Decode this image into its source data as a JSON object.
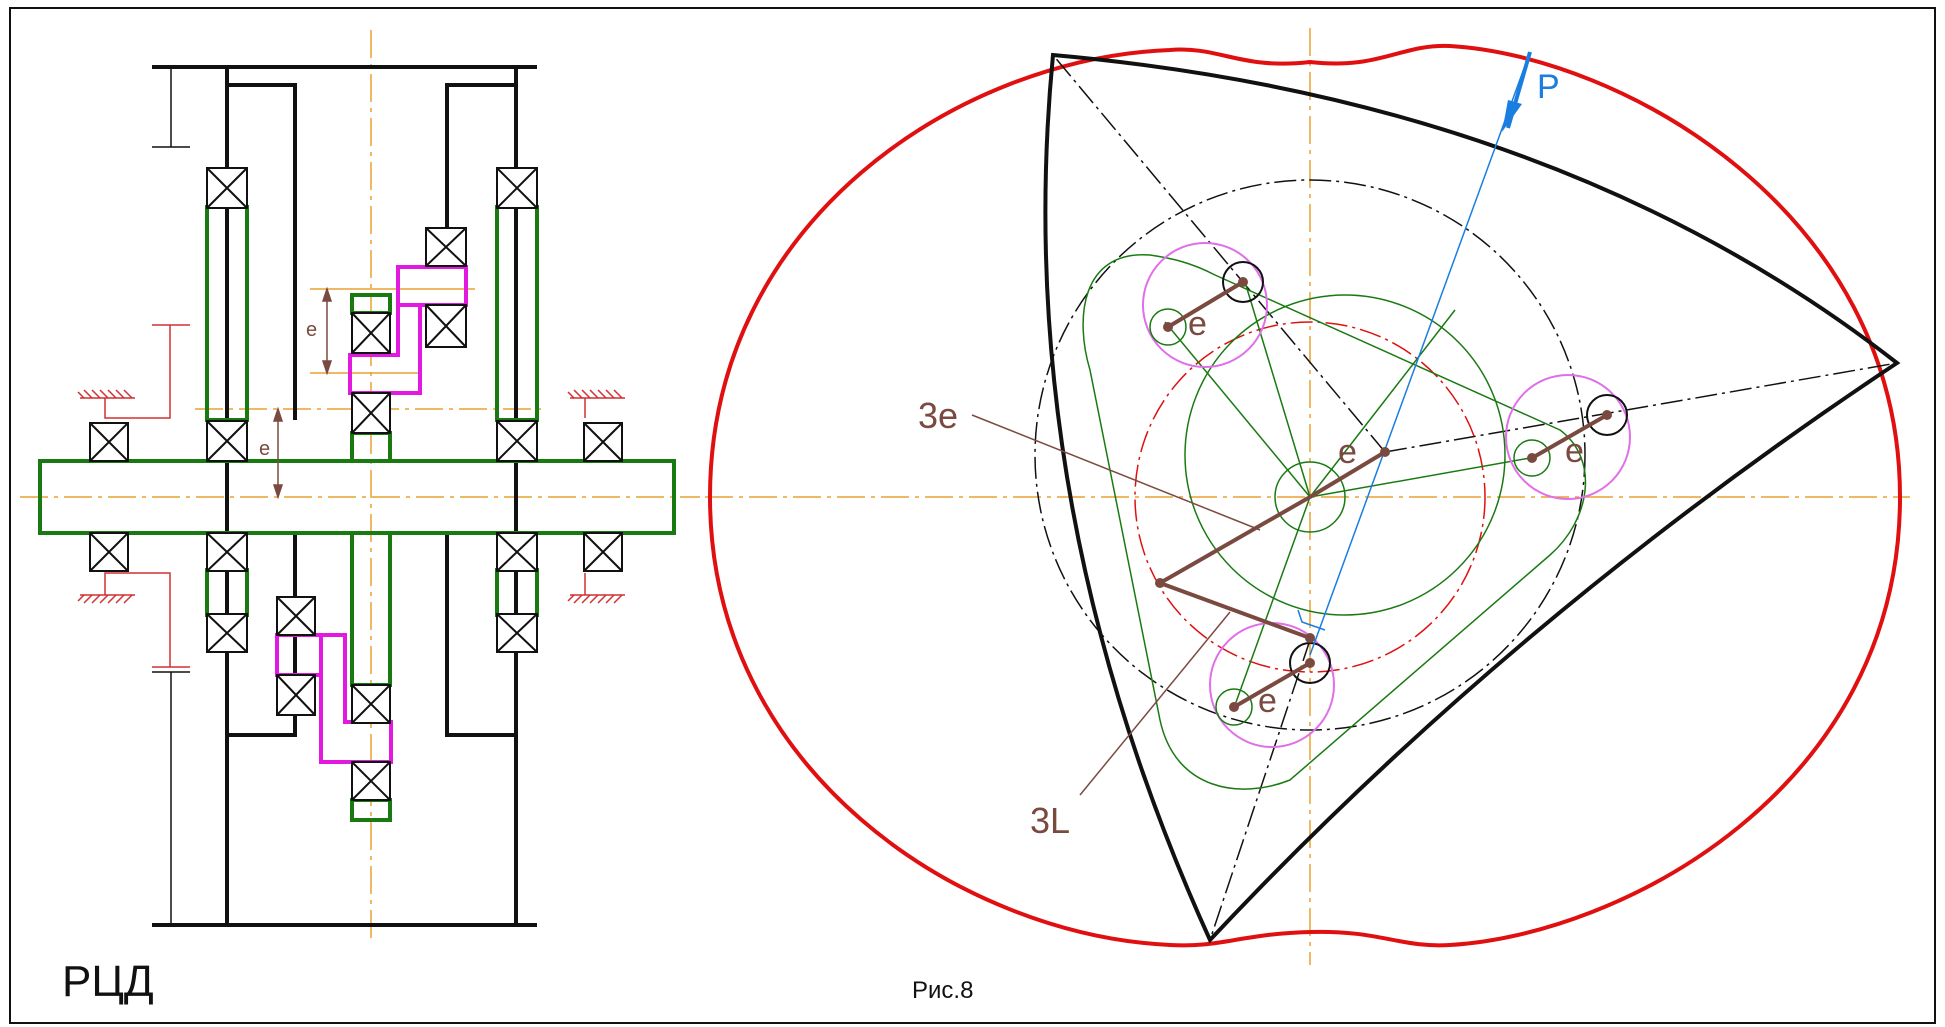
{
  "labels": {
    "e_left_upper": "e",
    "e_left_shaft": "e",
    "title_left": "РЦД",
    "label_3e": "3e",
    "label_3L": "3L",
    "force": "P",
    "e_top": "e",
    "e_right": "e",
    "e_center": "e",
    "e_bottom": "e",
    "caption": "Рис.8"
  },
  "colors": {
    "black": "#111111",
    "red": "#e01010",
    "green": "#1a7a12",
    "magenta": "#e21ae0",
    "orange": "#e8a030",
    "brown": "#7a4a40",
    "blue": "#1a7ee0",
    "violet": "#e070e8",
    "hatch": "#d03030"
  }
}
